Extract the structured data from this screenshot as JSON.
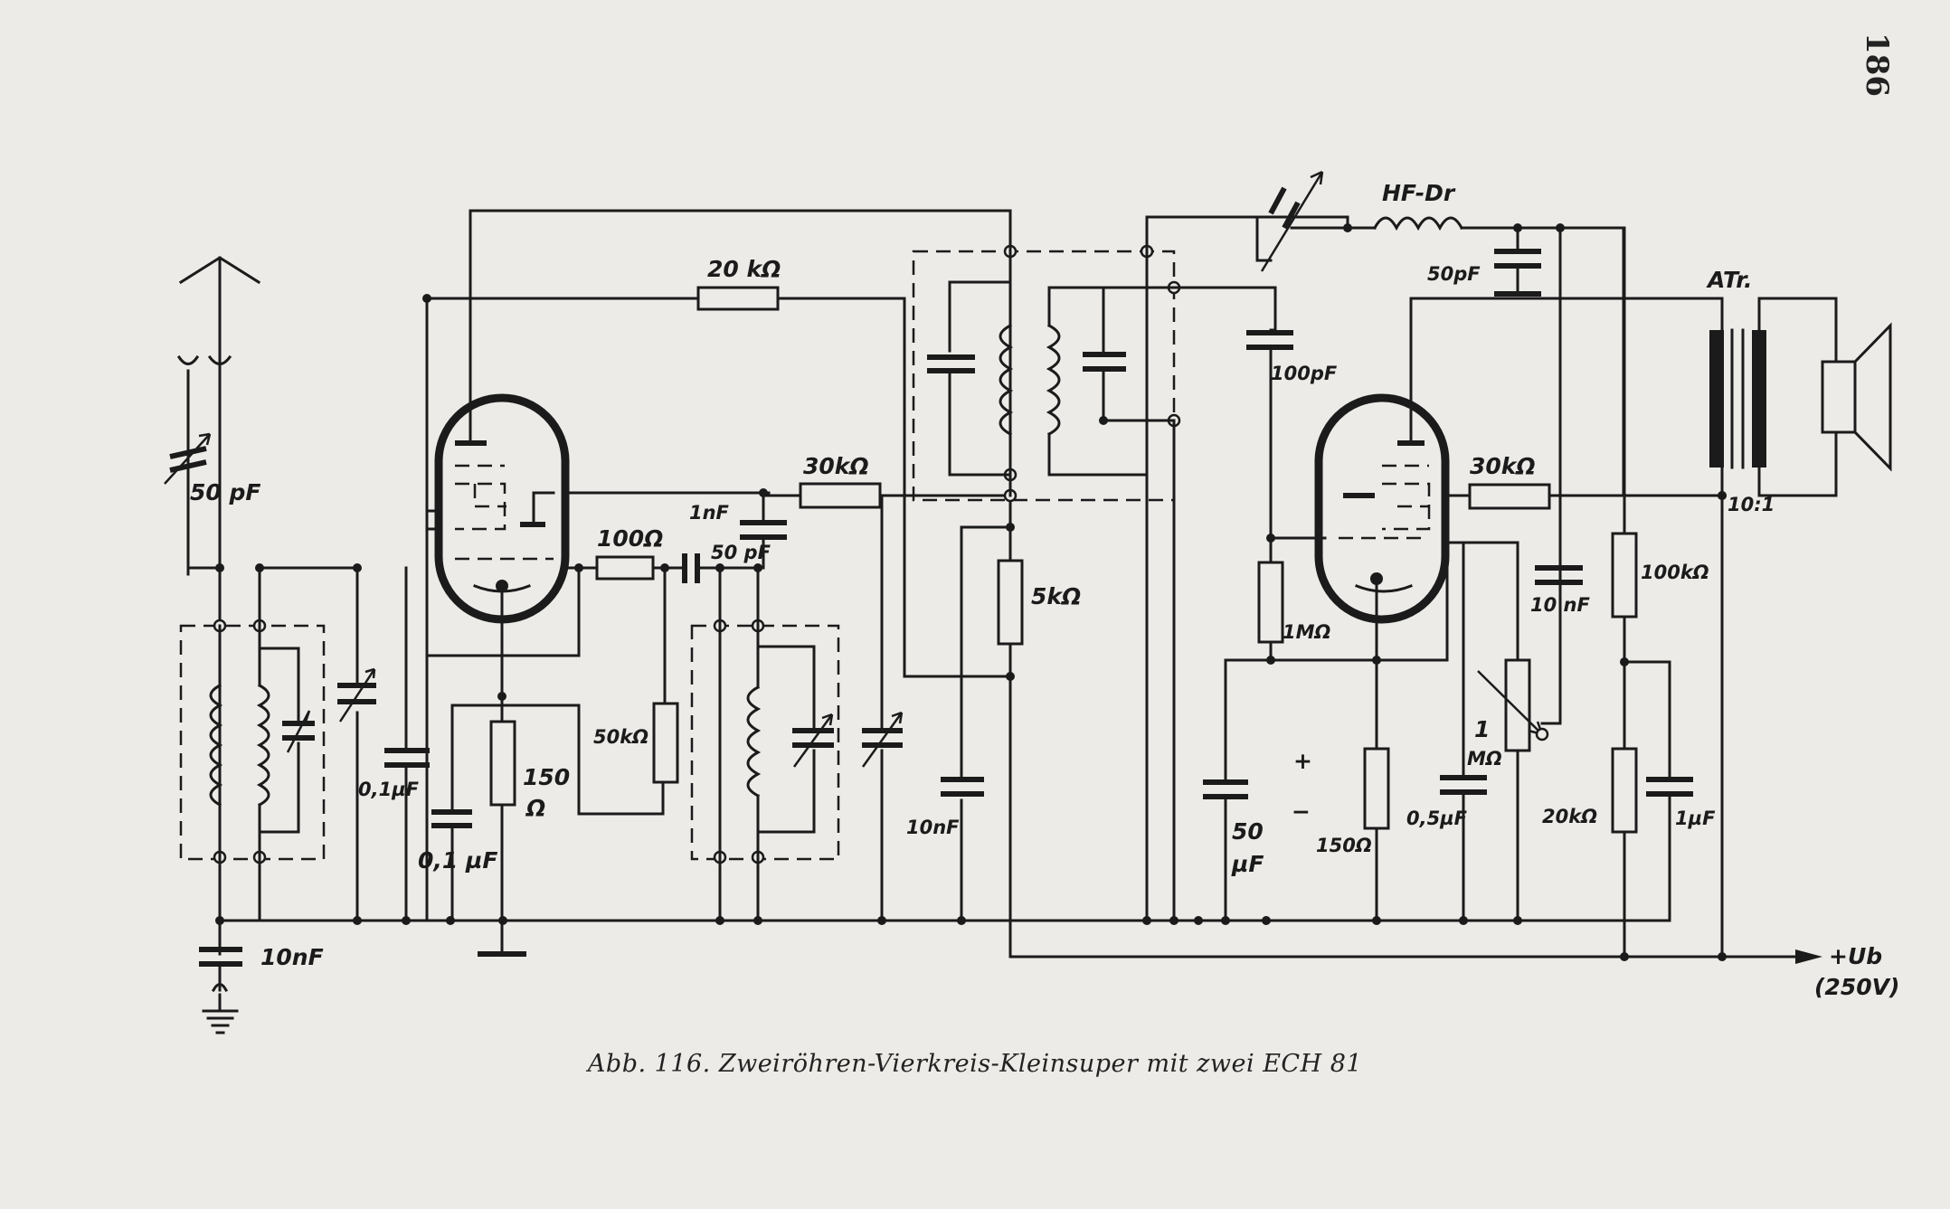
{
  "page_number": "186",
  "caption": "Abb. 116. Zweiröhren-Vierkreis-Kleinsuper mit zwei ECH 81",
  "labels": {
    "c_antenna": "50 pF",
    "c_ground": "10nF",
    "c_cathode1_bypass": "0,1 µF",
    "c_screen1": "0,1µF",
    "r_cathode1_a": "150",
    "r_cathode1_b": "Ω",
    "r_grid_20k": "20 kΩ",
    "r_grid_100": "100Ω",
    "c_coupling_1nf": "1nF",
    "c_coupling_50pf": "50 pF",
    "r_30k_left": "30kΩ",
    "r_50k": "50kΩ",
    "r_5k": "5kΩ",
    "c_10nf_mid": "10nF",
    "hf_choke": "HF-Dr",
    "c_50pf_right": "50pF",
    "c_100pf": "100pF",
    "r_1m_grid": "1MΩ",
    "c_50uf_a": "50",
    "c_50uf_b": "µF",
    "polarity_plus": "+",
    "polarity_minus": "−",
    "r_150_right": "150Ω",
    "c_0_5uf": "0,5µF",
    "pot_1m_a": "1",
    "pot_1m_b": "MΩ",
    "r_30k_right": "30kΩ",
    "c_10nf_right": "10 nF",
    "r_100k": "100kΩ",
    "r_20k": "20kΩ",
    "c_1uf": "1µF",
    "output_transformer": "ATr.",
    "transformer_ratio": "10:1",
    "supply_label": "+Ub",
    "supply_voltage": "(250V)"
  }
}
